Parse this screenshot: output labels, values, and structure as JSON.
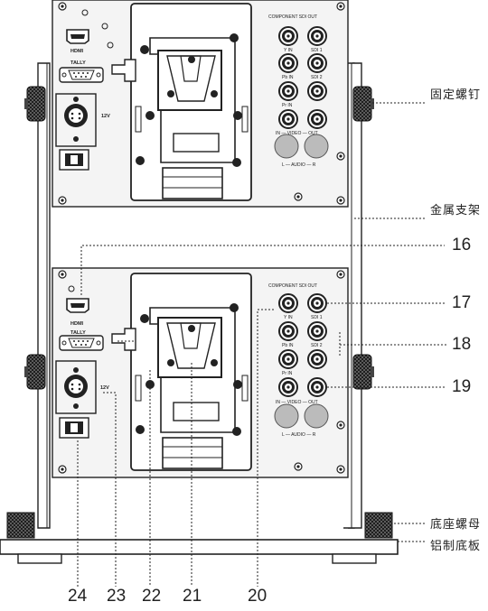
{
  "labels": {
    "fixing_screw": "固定螺钉",
    "metal_bracket": "金属支架",
    "base_nut": "底座螺母",
    "aluminum_base": "铝制底板",
    "n16": "16",
    "n17": "17",
    "n18": "18",
    "n19": "19",
    "n20": "20",
    "n21": "21",
    "n22": "22",
    "n23": "23",
    "n24": "24"
  },
  "panel_text": {
    "hdmi": "HDMI",
    "tally": "TALLY",
    "component": "COMPONENT",
    "sdi": "SDI",
    "out": "OUT",
    "y_in": "Y IN",
    "pb_in": "Pb IN",
    "pr_in": "Pr IN",
    "sdi1": "SDI 1",
    "sdi2": "SDI 2",
    "video_in": "IN",
    "video_out": "OUT",
    "video": "VIDEO",
    "audio_l": "L",
    "audio_r": "R",
    "audio": "AUDIO",
    "dc": "12V"
  },
  "colors": {
    "line": "#222222",
    "panel": "#f4f4f4",
    "rubber": "#1a1a1a"
  }
}
